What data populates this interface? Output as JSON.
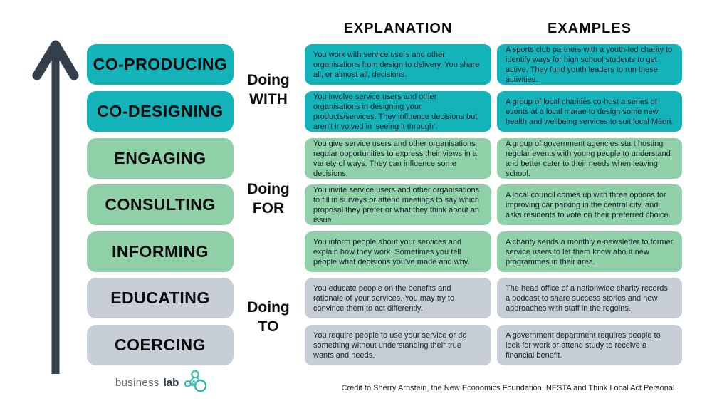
{
  "headers": {
    "explanation": "EXPLANATION",
    "examples": "EXAMPLES"
  },
  "groups": [
    {
      "line1": "Doing",
      "line2": "WITH"
    },
    {
      "line1": "Doing",
      "line2": "FOR"
    },
    {
      "line1": "Doing",
      "line2": "TO"
    }
  ],
  "rows": [
    {
      "label": "CO-PRODUCING",
      "color": "teal",
      "explanation": "You work with service users and other organisations from design to delivery. You share all, or almost all, decisions.",
      "example": "A sports club partners with a youth-led charity to identify ways for high school students to get active. They fund youth leaders to run these activities."
    },
    {
      "label": "CO-DESIGNING",
      "color": "teal",
      "explanation": "You involve service users and other organisations in designing your products/services. They influence decisions but aren't involved in ‘seeing it through’.",
      "example": "A group of local charities co-host a series of events at a local marae to design some new health and wellbeing services to suit local Māori."
    },
    {
      "label": "ENGAGING",
      "color": "green",
      "explanation": "You give service users and other organisations regular opportunities to express their views in a variety of ways. They can influence some decisions.",
      "example": "A group of government agencies start hosting regular events with young people to understand and better cater to their needs when leaving school."
    },
    {
      "label": "CONSULTING",
      "color": "green",
      "explanation": "You invite service users and other organisations to fill in surveys or attend meetings to say which proposal they prefer or what they think about an issue.",
      "example": "A local council comes up with three options for improving car parking in the central city, and asks residents to vote on their preferred choice."
    },
    {
      "label": "INFORMING",
      "color": "green",
      "explanation": "You inform people about your services and explain how they work. Sometimes you tell people what decisions you've made and why.",
      "example": "A charity sends a monthly e-newsletter to former service users to let them know about new programmes in their area."
    },
    {
      "label": "EDUCATING",
      "color": "gray",
      "explanation": "You educate people on the benefits and rationale of your services. You may try to convince them to act differently.",
      "example": "The head office of a nationwide charity records a podcast to share success stories and new approaches with staff in the regoins."
    },
    {
      "label": "COERCING",
      "color": "gray",
      "explanation": "You require people to use your service or do something without understanding their true wants and needs.",
      "example": "A government department requires people to look for work or attend study to receive a financial benefit."
    }
  ],
  "colors": {
    "teal": "#14b3ba",
    "green": "#90d0a8",
    "gray": "#c7ced8",
    "arrow": "#333f4a",
    "logo_accent": "#2bb8ad"
  },
  "footer": {
    "logo_business": "business",
    "logo_lab": "lab",
    "credit": "Credit to Sherry Arnstein, the New Economics Foundation, NESTA and Think Local Act Personal."
  }
}
